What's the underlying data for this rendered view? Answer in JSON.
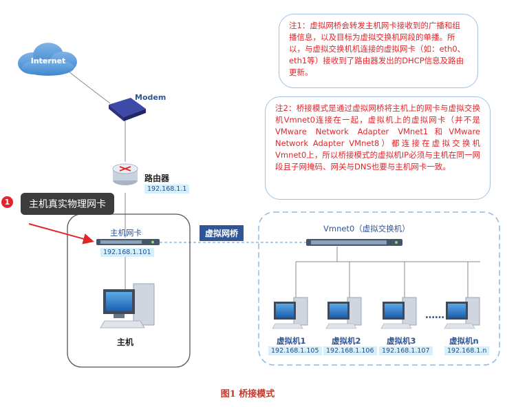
{
  "internet": {
    "label": "Internet"
  },
  "modem": {
    "label": "Modem"
  },
  "router": {
    "label": "路由器",
    "ip": "192.168.1.1"
  },
  "tooltip": {
    "badge": "1",
    "text": "主机真实物理网卡"
  },
  "host": {
    "nic_label": "主机网卡",
    "nic_ip": "192.168.1.101",
    "label": "主机"
  },
  "bridge": {
    "label": "虚拟网桥"
  },
  "vswitch": {
    "label": "Vmnet0（虚拟交换机）"
  },
  "vms": [
    {
      "label": "虚拟机1",
      "ip": "192.168.1.105"
    },
    {
      "label": "虚拟机2",
      "ip": "192.168.1.106"
    },
    {
      "label": "虚拟机3",
      "ip": "192.168.1.107"
    },
    {
      "label": "虚拟机n",
      "ip": "192.168.1.n"
    }
  ],
  "ellipsis": "……",
  "note1": "注1：虚拟网桥会转发主机网卡接收到的广播和组播信息，以及目标为虚拟交换机网段的单播。所以，与虚拟交换机机连接的虚拟网卡（如：eth0、eth1等）接收到了路由器发出的DHCP信息及路由更新。",
  "note2": "注2：桥接模式是通过虚拟网桥将主机上的网卡与虚拟交换机Vmnet0连接在一起，虚拟机上的虚拟网卡（并不是VMware Network Adapter VMnet1和VMware Network Adapter VMnet8）都连接在虚拟交换机Vmnet0上，所以桥接模式的虚拟机IP必须与主机在同一网段且子网掩码、网关与DNS也要与主机网卡一致。",
  "caption": "图1  桥接模式",
  "colors": {
    "accent": "#2f5597",
    "note_text": "#e0262a",
    "ip_bg": "#d6f0fb"
  }
}
